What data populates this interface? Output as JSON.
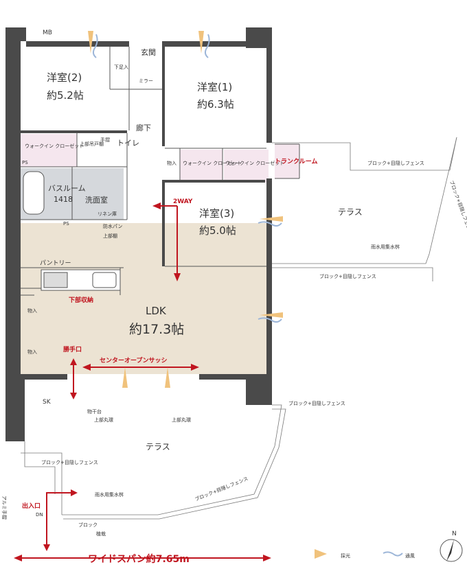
{
  "rooms": {
    "western2": {
      "name": "洋室(2)",
      "size": "約5.2帖"
    },
    "western1": {
      "name": "洋室(1)",
      "size": "約6.3帖"
    },
    "western3": {
      "name": "洋室(3)",
      "size": "約5.0帖"
    },
    "ldk": {
      "name": "LDK",
      "size": "約17.3帖"
    },
    "bathroom": {
      "name": "バスルーム",
      "code": "1418"
    },
    "washroom": "洗面室",
    "toilet": "トイレ",
    "hall": "廊下",
    "entrance": "玄関"
  },
  "labels": {
    "mb": "MB",
    "shoe_cabinet": "下足入",
    "mirror": "ミラー",
    "walk_in_closet": "ウォークイン クローゼット",
    "upper_shelf": "上部吊戸棚",
    "handrail": "手摺",
    "storage": "物入",
    "linen": "リネン庫",
    "waterproof_pan": "防水パン",
    "upper_shelf2": "上部棚",
    "ps": "PS",
    "pantry": "パントリー",
    "lower_storage": "下部収納",
    "trunk_room": "トランクルーム",
    "two_way": "2WAY",
    "back_door": "勝手口",
    "center_sash": "センターオープンサッシ",
    "sk": "SK",
    "drying_rack": "物干台",
    "upper_ring": "上部丸環",
    "terrace": "テラス",
    "fence": "ブロック+目隠しフェンス",
    "rain_tank": "雨水用集水桝",
    "entrance_exit": "出入口",
    "dn": "DN",
    "aluminum_rail": "アルミ手摺",
    "block": "ブロック",
    "planting": "植栽",
    "wide_span": "ワイドスパン約7.65m",
    "light": "採光",
    "ventilation": "通風",
    "north": "N"
  },
  "colors": {
    "wall": "#4a4a4a",
    "floor_ldk": "#ece3d3",
    "floor_wet": "#d5d8dc",
    "closet": "#f5e6ee",
    "accent_red": "#c0151f",
    "light_arrow": "#f0c27c",
    "wind_arrow": "#9db6d8"
  }
}
